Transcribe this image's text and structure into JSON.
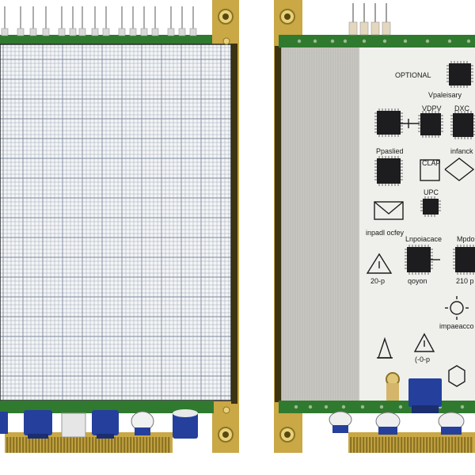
{
  "image": {
    "description_free": true,
    "colors": {
      "pcb_green": "#2f7a2f",
      "pcb_dark": "#1f5a22",
      "gold": "#c9a845",
      "gold_dark": "#8d7424",
      "panel_gray": "#c9c7c1",
      "panel_white": "#efefec",
      "chip": "#1d1d1f",
      "connector_blue": "#243f9c",
      "grid_line": "#7a8699"
    },
    "right_panel_labels": [
      "OPTIONAL",
      "Vpaleisary",
      "VDPV",
      "DXC",
      "Ppaslied",
      "infanck",
      "CLAP",
      "UPC",
      "inpadl ocfey",
      "Lnpoiacace",
      "Mpdor",
      "20-p",
      "qoyon",
      "210 p",
      "impaeacco",
      "(-0-p"
    ],
    "icons": [
      "chip-icon",
      "warning-triangle-icon",
      "envelope-icon",
      "sun-icon",
      "bell-icon",
      "hexagon-icon",
      "arrow-icon"
    ]
  }
}
